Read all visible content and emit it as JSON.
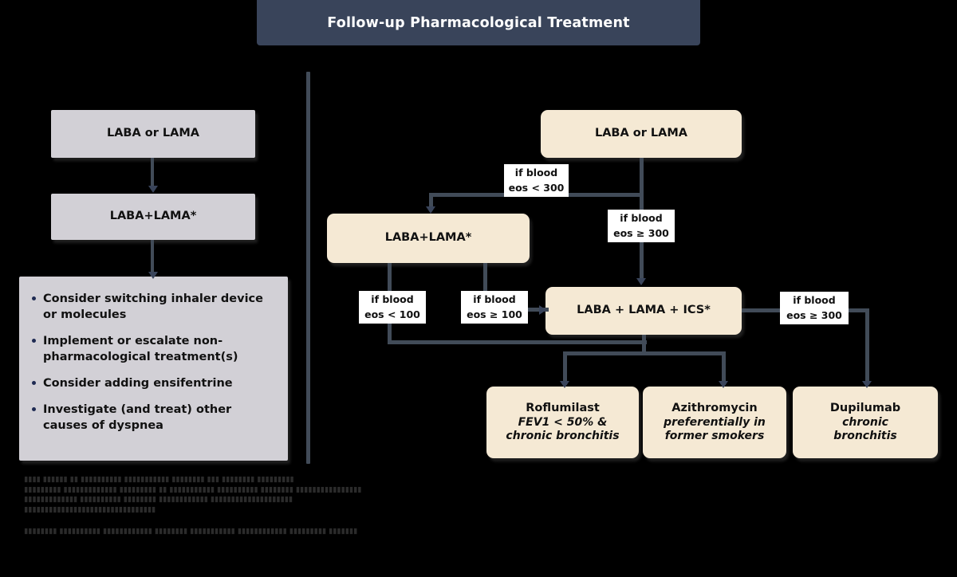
{
  "header": {
    "title": "Follow-up Pharmacological Treatment",
    "bar_color": "#39445a",
    "title_color": "#ffffff"
  },
  "theme": {
    "background": "#000000",
    "gray_node": "#d2d0d6",
    "cream_node": "#f5e9d4",
    "connector": "#414b58",
    "chip_bg": "#ffffff",
    "bullet_dot": "#1e2a52",
    "text": "#111111"
  },
  "left_panel": {
    "nodes": [
      {
        "label": "LABA or LAMA"
      },
      {
        "label": "LABA+LAMA*"
      }
    ],
    "recommendations": [
      "Consider switching inhaler device or molecules",
      "Implement or escalate non-pharmacological treatment(s)",
      "Consider adding ensifentrine",
      "Investigate (and treat) other causes of dyspnea"
    ]
  },
  "right_panel": {
    "nodes": [
      {
        "id": "top",
        "label": "LABA or LAMA"
      },
      {
        "id": "dual",
        "label": "LABA+LAMA*"
      },
      {
        "id": "triple",
        "label": "LABA + LAMA + ICS*"
      }
    ],
    "conditions": [
      {
        "id": "eos-lt-300",
        "line1": "if blood",
        "line2": "eos < 300"
      },
      {
        "id": "eos-gte-300-top",
        "line1": "if blood",
        "line2": "eos ≥ 300"
      },
      {
        "id": "eos-lt-100",
        "line1": "if blood",
        "line2": "eos < 100"
      },
      {
        "id": "eos-gte-100",
        "line1": "if blood",
        "line2": "eos ≥ 100"
      },
      {
        "id": "eos-gte-300-right",
        "line1": "if blood",
        "line2": "eos ≥ 300"
      }
    ],
    "outcomes": [
      {
        "drug": "Roflumilast",
        "qualifier_line1": "FEV1 < 50% &",
        "qualifier_line2": "chronic bronchitis"
      },
      {
        "drug": "Azithromycin",
        "qualifier_line1": "preferentially in",
        "qualifier_line2": "former smokers"
      },
      {
        "drug": "Dupilumab",
        "qualifier_line1": "chronic",
        "qualifier_line2": "bronchitis"
      }
    ]
  },
  "footnotes": {
    "block1": [
      "▮▮▮▮ ▮▮▮▮▮▮ ▮▮ ▮▮▮▮▮▮▮▮▮▮ ▮▮▮▮▮▮▮▮▮▮▮ ▮▮▮▮▮▮▮▮ ▮▮▮ ▮▮▮▮▮▮▮▮ ▮▮▮▮▮▮▮▮▮",
      "▮▮▮▮▮▮▮▮▮ ▮▮▮▮▮▮▮▮▮▮▮▮▮ ▮▮▮▮▮▮▮▮▮ ▮▮ ▮▮▮▮▮▮▮▮▮▮▮ ▮▮▮▮▮▮▮▮▮▮ ▮▮▮▮▮▮▮▮ ▮▮▮▮▮▮▮▮▮▮▮▮▮▮▮▮",
      "▮▮▮▮▮▮▮▮▮▮▮▮▮ ▮▮▮▮▮▮▮▮▮▮ ▮▮▮▮▮▮▮▮ ▮▮▮▮▮▮▮▮▮▮▮▮ ▮▮▮▮▮▮▮▮▮▮▮▮▮▮▮▮▮▮▮▮",
      "▮▮▮▮▮▮▮▮▮▮▮▮▮▮▮▮▮▮▮▮▮▮▮▮▮▮▮▮▮▮▮▮"
    ],
    "block2": [
      "▮▮▮▮▮▮▮▮ ▮▮▮▮▮▮▮▮▮▮ ▮▮▮▮▮▮▮▮▮▮▮▮ ▮▮▮▮▮▮▮▮ ▮▮▮▮▮▮▮▮▮▮▮ ▮▮▮▮▮▮▮▮▮▮▮▮ ▮▮▮▮▮▮▮▮▮ ▮▮▮▮▮▮▮"
    ]
  }
}
